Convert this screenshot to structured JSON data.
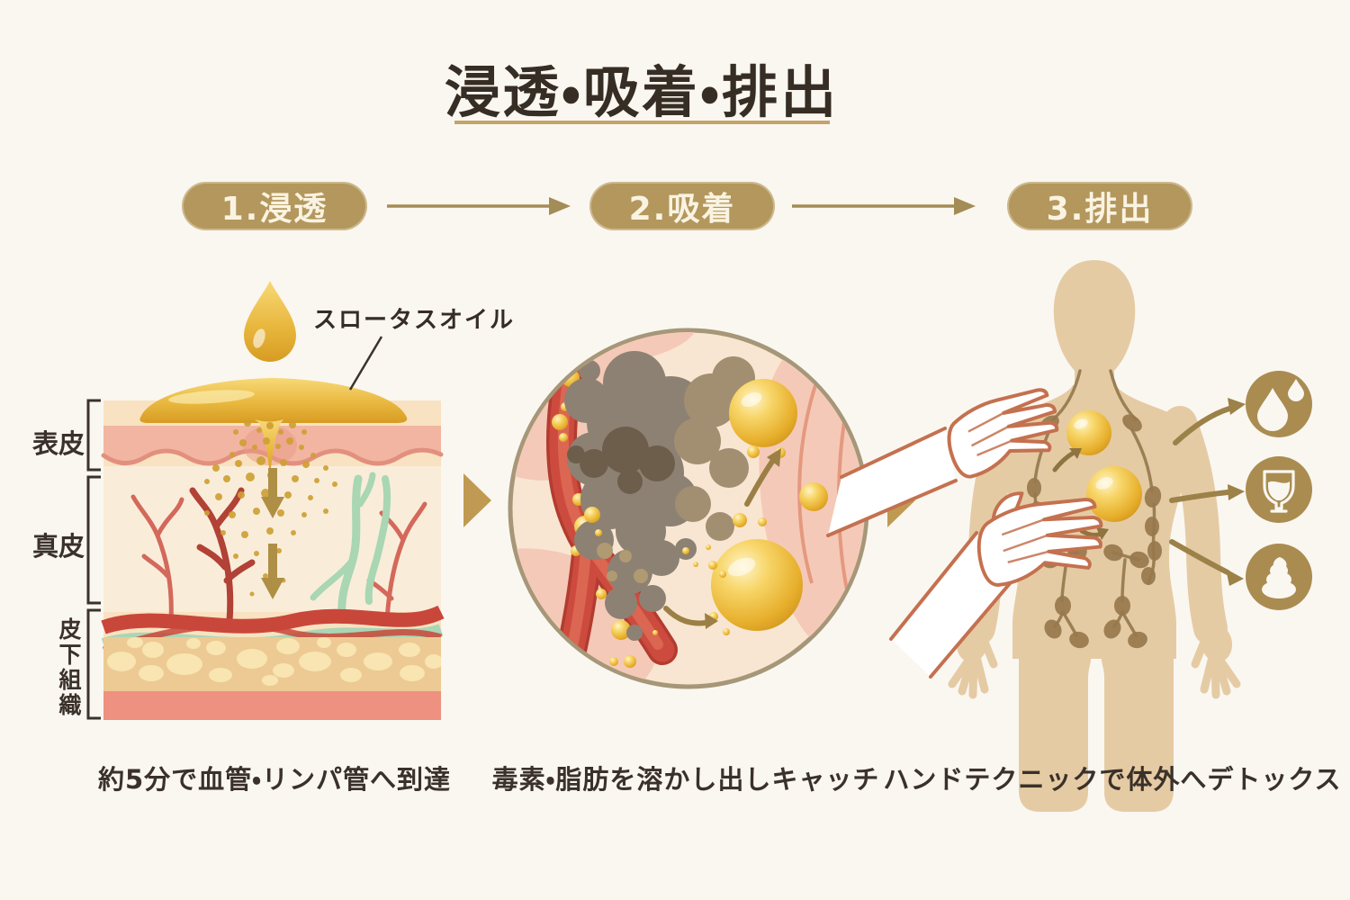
{
  "title": "浸透・吸着・排出",
  "steps": [
    {
      "label": "1.浸透",
      "caption": "約5分で血管・リンパ管へ到達"
    },
    {
      "label": "2.吸着",
      "caption": "毒素・脂肪を溶かし出しキャッチ"
    },
    {
      "label": "3.排出",
      "caption": "ハンドテクニックで体外へデトックス"
    }
  ],
  "skin_panel": {
    "oil_label": "スロータスオイル",
    "layers": [
      "表皮",
      "真皮",
      "皮下組織"
    ]
  },
  "detox_panel": {
    "icons": [
      "sweat-drops-icon",
      "urine-glass-icon",
      "stool-icon"
    ]
  },
  "colors": {
    "background": "#faf7f1",
    "title_text": "#362d25",
    "accent_gold": "#b3975c",
    "underline_gold": "#c5a469",
    "badge_text": "#faf3e2",
    "oil_gold": "#e9b83f",
    "body_tan": "#e5cba4",
    "icon_gold": "#aa8c51",
    "vessel_red": "#c9473a",
    "lymph_green": "#aad6b4"
  }
}
